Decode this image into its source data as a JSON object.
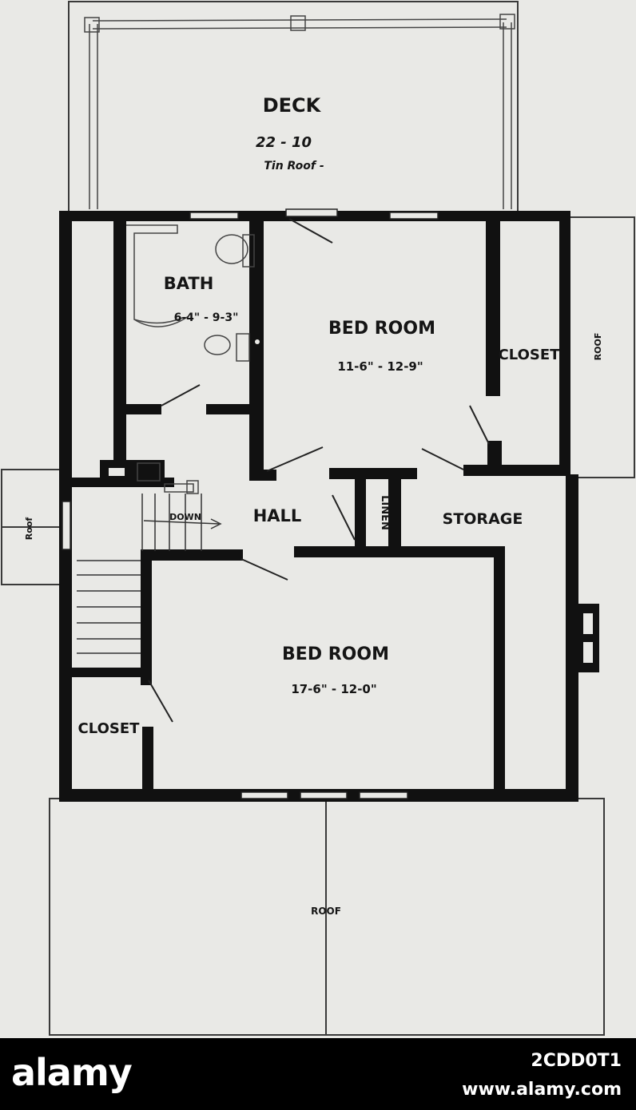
{
  "rooms": {
    "deck": {
      "name": "DECK",
      "size": "22 - 10",
      "note": "Tin Roof -"
    },
    "bath": {
      "name": "BATH",
      "size": "6-4\" - 9-3\""
    },
    "bedroom_upper": {
      "name": "BED ROOM",
      "size": "11-6\" - 12-9\""
    },
    "closet_right": {
      "name": "CLOSET"
    },
    "hall": {
      "name": "HALL"
    },
    "storage": {
      "name": "STORAGE"
    },
    "linen": {
      "name": "LINEN"
    },
    "bedroom_lower": {
      "name": "BED ROOM",
      "size": "17-6\" - 12-0\""
    },
    "closet_left": {
      "name": "CLOSET"
    }
  },
  "stair": {
    "label": "DOWN"
  },
  "roof_labels": {
    "right": "ROOF",
    "left": "Roof",
    "bottom": "ROOF"
  },
  "footer": {
    "brand": "alamy",
    "image_id": "2CDD0T1",
    "site": "www.alamy.com"
  }
}
